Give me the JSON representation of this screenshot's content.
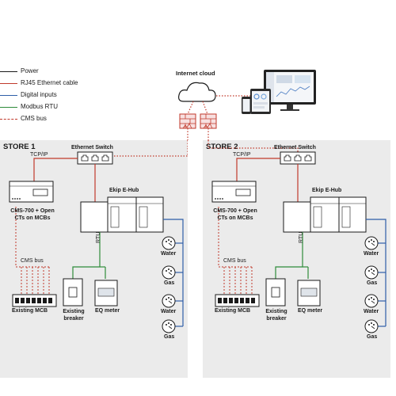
{
  "legend": [
    {
      "label": "Power",
      "color": "#1a1a1a",
      "style": "solid"
    },
    {
      "label": "RJ45 Ethernet cable",
      "color": "#c0392b",
      "style": "solid"
    },
    {
      "label": "Digital inputs",
      "color": "#2e5ea8",
      "style": "solid"
    },
    {
      "label": "Modbus RTU",
      "color": "#2e8b3a",
      "style": "solid"
    },
    {
      "label": "CMS bus",
      "color": "#c0392b",
      "style": "dashed"
    }
  ],
  "cloud": {
    "label": "Internet cloud"
  },
  "stores": [
    {
      "title": "STORE 1",
      "switch_label": "Ethernet Switch",
      "tcpip_label": "TCP/IP",
      "cms_label": "CMS-700 + Open CTs on MCBs",
      "hub_label": "Ekip E-Hub",
      "rtu_label": "RTU",
      "cms_bus_label": "CMS bus",
      "mcb_label": "Existing MCB",
      "breaker_label": "Existing breaker",
      "meter_label": "EQ meter",
      "meters": [
        "Water",
        "Gas",
        "Water",
        "Gas"
      ]
    },
    {
      "title": "STORE 2",
      "switch_label": "Ethernet Switch",
      "tcpip_label": "TCP/IP",
      "cms_label": "CMS-700 + Open CTs on MCBs",
      "hub_label": "Ekip E-Hub",
      "rtu_label": "RTU",
      "cms_bus_label": "CMS bus",
      "mcb_label": "Existing MCB",
      "breaker_label": "Existing breaker",
      "meter_label": "EQ meter",
      "meters": [
        "Water",
        "Gas",
        "Water",
        "Gas"
      ]
    }
  ]
}
